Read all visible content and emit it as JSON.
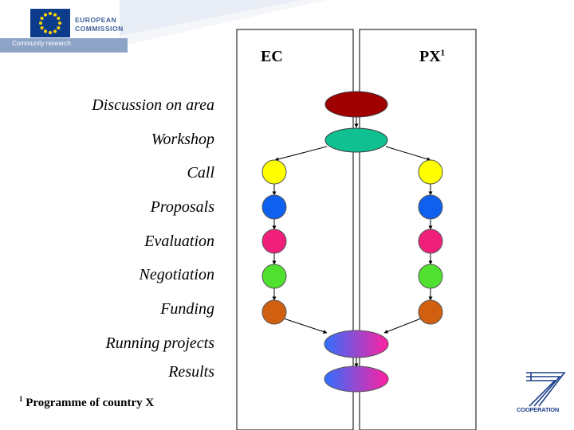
{
  "header": {
    "org_line1": "EUROPEAN",
    "org_line2": "COMMISSION",
    "subtitle": "Community research"
  },
  "columns": {
    "left": "EC",
    "right": "PX",
    "right_sup": "1"
  },
  "stages": [
    {
      "label": "Discussion on area",
      "color": "#a00000"
    },
    {
      "label": "Workshop",
      "color": "#10c090"
    },
    {
      "label": "Call",
      "color": "#ffff00"
    },
    {
      "label": "Proposals",
      "color": "#1060f0"
    },
    {
      "label": "Evaluation",
      "color": "#f0207a"
    },
    {
      "label": "Negotiation",
      "color": "#50e030"
    },
    {
      "label": "Funding",
      "color": "#d06010"
    },
    {
      "label": "Running projects",
      "color": "#a050f0"
    },
    {
      "label": "Results",
      "color": "#a050f0"
    }
  ],
  "footnote": {
    "sup": "1",
    "text": " Programme of country X"
  },
  "fp7": {
    "text": "COOPERATION"
  },
  "colors": {
    "eu_blue": "#0e3c8c",
    "gradient_start": "#3070ff",
    "gradient_end": "#ff20a0"
  }
}
